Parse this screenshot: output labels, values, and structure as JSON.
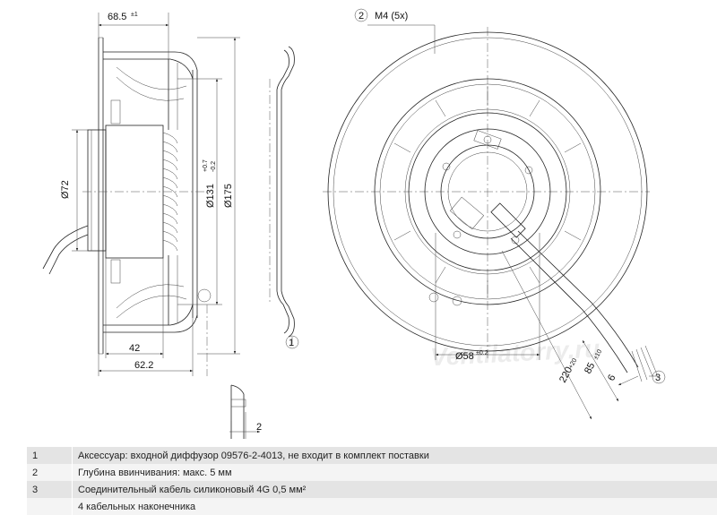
{
  "dimensions": {
    "depth": "68.5",
    "depth_tol": "±1",
    "dia72": "Ø72",
    "dia131": "Ø131",
    "dia131_tol_up": "+0.7",
    "dia131_tol_dn": "-0.2",
    "dia175": "Ø175",
    "d42": "42",
    "d622": "62.2",
    "d2": "2",
    "dia58": "Ø58",
    "dia58_tol": "±0.2",
    "d220": "220",
    "d220_tol": "+20",
    "d85": "85",
    "d85_tol": "±10",
    "d6": "6"
  },
  "callouts": {
    "c1": "1",
    "c2": "2",
    "c3": "3",
    "m4": "M4 (5x)"
  },
  "watermark": "Ventilatorry.ru",
  "notes": [
    {
      "num": "1",
      "text": "Аксессуар: входной диффузор 09576-2-4013, не входит в комплект поставки"
    },
    {
      "num": "2",
      "text": "Глубина ввинчивания: макс. 5 мм"
    },
    {
      "num": "3",
      "text": "Соединительный кабель силиконовый 4G 0,5 мм²"
    },
    {
      "num": "",
      "text": "4 кабельных наконечника"
    }
  ]
}
